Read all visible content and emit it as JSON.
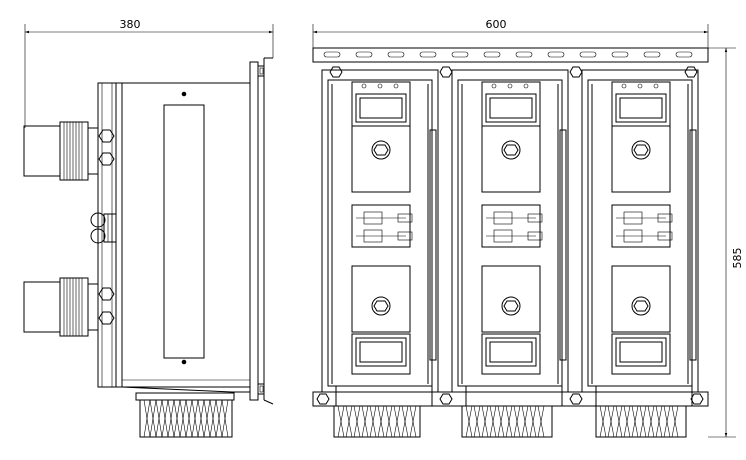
{
  "dimensions": {
    "side_width": "380",
    "front_width": "600",
    "height": "585"
  },
  "colors": {
    "line": "#000000",
    "background": "#ffffff"
  }
}
